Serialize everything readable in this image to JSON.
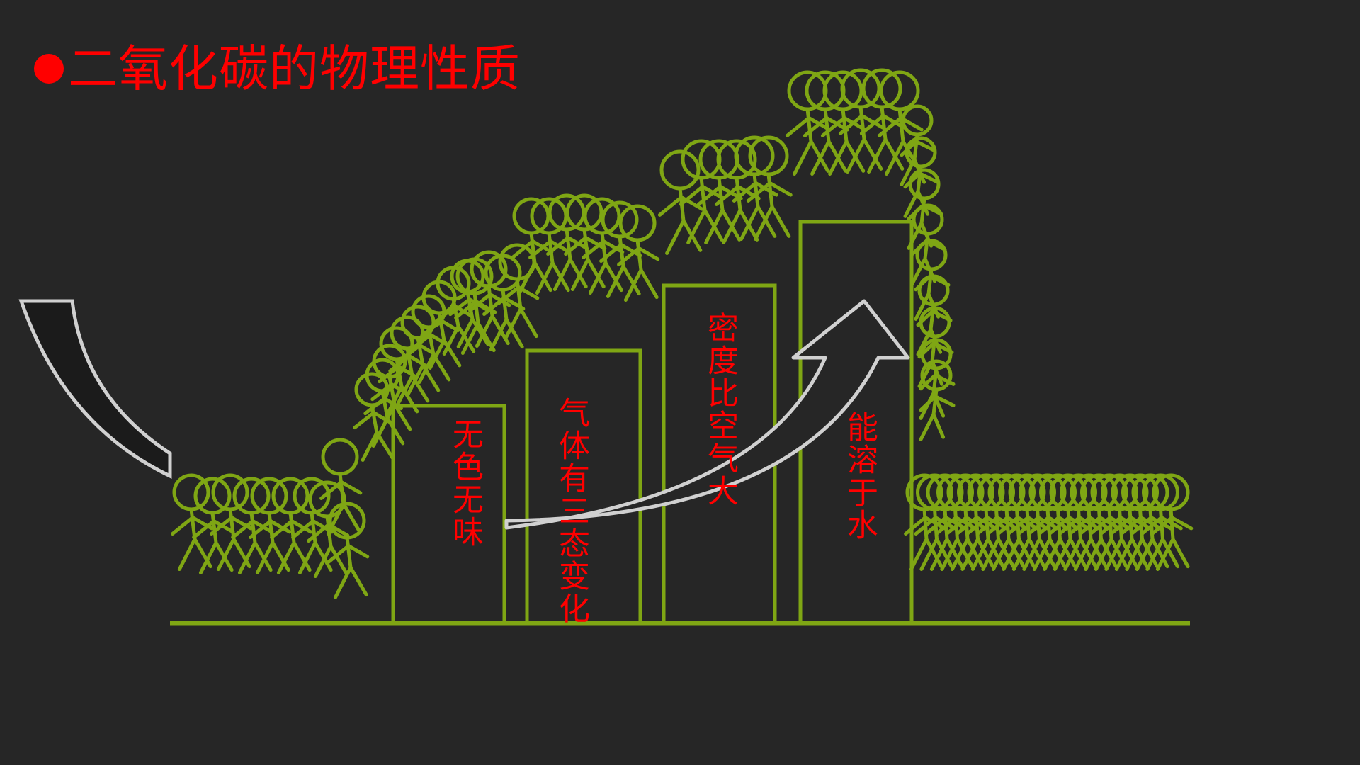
{
  "slide": {
    "title": "二氧化碳的物理性质",
    "bullet_icon": "red-circle-bullet"
  },
  "properties": [
    {
      "label": "无色无味"
    },
    {
      "label": "气体有三态变化"
    },
    {
      "label": "密度比空气大"
    },
    {
      "label": "能溶于水"
    }
  ],
  "colors": {
    "background": "#262626",
    "accent": "#ff0000",
    "figure": "#7fa614",
    "arrow_stroke": "#d0d0d0"
  },
  "icons": [
    "stick-figure-crowd-icon",
    "curved-arrow-icon"
  ]
}
